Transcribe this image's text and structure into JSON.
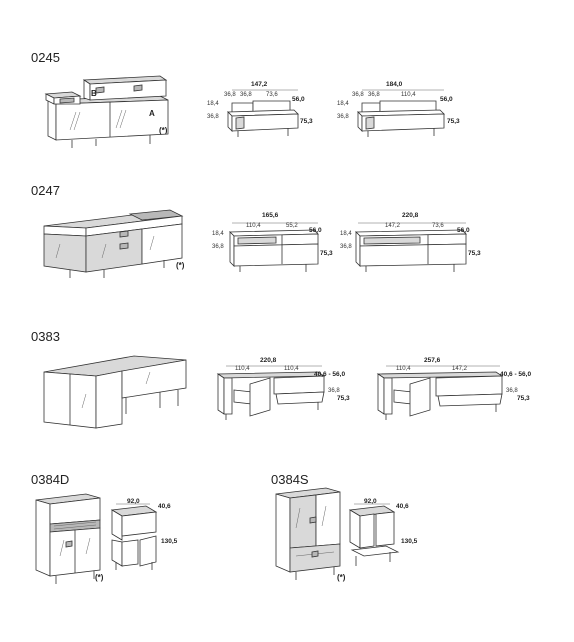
{
  "products": [
    {
      "code": "0245",
      "tags": [
        "B",
        "A",
        "(*)"
      ],
      "dims_1": {
        "width_total": "147,2",
        "w_a": "36,8",
        "w_b": "36,8",
        "w_c": "73,6",
        "depth": "56,0",
        "h_top": "18,4",
        "h_low": "36,8",
        "height": "75,3"
      },
      "dims_2": {
        "width_total": "184,0",
        "w_a": "36,8",
        "w_b": "36,8",
        "w_c": "110,4",
        "depth": "56,0",
        "h_top": "18,4",
        "h_low": "36,8",
        "height": "75,3"
      }
    },
    {
      "code": "0247",
      "tags": [
        "(*)"
      ],
      "dims_1": {
        "width_total": "165,6",
        "w_a": "110,4",
        "w_b": "55,2",
        "depth": "56,0",
        "h_top": "18,4",
        "h_low": "36,8",
        "height": "75,3"
      },
      "dims_2": {
        "width_total": "220,8",
        "w_a": "147,2",
        "w_b": "73,6",
        "depth": "56,0",
        "h_top": "18,4",
        "h_low": "36,8",
        "height": "75,3"
      }
    },
    {
      "code": "0383",
      "dims_1": {
        "width_total": "220,8",
        "w_a": "110,4",
        "w_b": "110,4",
        "depth": "40,6 - 56,0",
        "h_low": "36,8",
        "height": "75,3"
      },
      "dims_2": {
        "width_total": "257,6",
        "w_a": "110,4",
        "w_b": "147,2",
        "depth": "40,6 - 56,0",
        "h_low": "36,8",
        "height": "75,3"
      }
    },
    {
      "code": "0384D",
      "tags": [
        "(*)"
      ],
      "dims": {
        "width": "92,0",
        "depth": "40,6",
        "height": "130,5"
      }
    },
    {
      "code": "0384S",
      "tags": [
        "(*)"
      ],
      "dims": {
        "width": "92,0",
        "depth": "40,6",
        "height": "130,5"
      }
    }
  ]
}
